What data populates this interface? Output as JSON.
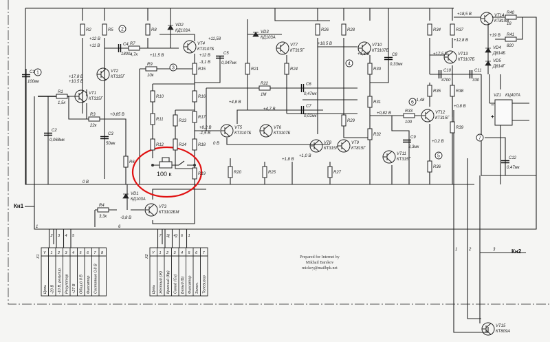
{
  "title": "Circuit schematic",
  "annotation": {
    "value": "100 к",
    "color": "#e01010"
  },
  "credit": [
    "Prepared for Internet by",
    "Mikhail Barskov",
    "mickey@mailbpk.net"
  ],
  "connectors": {
    "kn1": "Кн1",
    "kn2": "Кн2"
  },
  "transistors": [
    {
      "ref": "VT1",
      "type": "КТ315Г"
    },
    {
      "ref": "VT2",
      "type": "КТ315Г"
    },
    {
      "ref": "VT4",
      "type": "КТ3107Б"
    },
    {
      "ref": "VT5",
      "type": "КТ3107Б"
    },
    {
      "ref": "VT6",
      "type": "КТ3107Б"
    },
    {
      "ref": "VT7",
      "type": "КТ315Г"
    },
    {
      "ref": "VT8",
      "type": "КТ315Г"
    },
    {
      "ref": "VT9",
      "type": "КТ815Г"
    },
    {
      "ref": "VT10",
      "type": "КТ3107Б"
    },
    {
      "ref": "VT11",
      "type": "КТ315Г"
    },
    {
      "ref": "VT12",
      "type": "КТ315Г"
    },
    {
      "ref": "VT13",
      "type": "КТ3107Б"
    },
    {
      "ref": "VT14",
      "type": "КТ815В"
    },
    {
      "ref": "VT3",
      "type": "КТ3102БМ"
    },
    {
      "ref": "VT15",
      "type": "КТ809А"
    }
  ],
  "diodes": [
    {
      "ref": "VD2",
      "type": "КД103А"
    },
    {
      "ref": "VD3",
      "type": "КД103А"
    },
    {
      "ref": "VD4",
      "type": "Д814Б"
    },
    {
      "ref": "VD5",
      "type": "Д814Г"
    },
    {
      "ref": "VD1",
      "type": "КД103А"
    }
  ],
  "bridge": {
    "ref": "VZ1",
    "type": "КЦ407А"
  },
  "resistors": [
    {
      "ref": "R2",
      "value": ""
    },
    {
      "ref": "R5",
      "value": ""
    },
    {
      "ref": "R8",
      "value": ""
    },
    {
      "ref": "R7",
      "value": "4,7к"
    },
    {
      "ref": "R9",
      "value": "10к"
    },
    {
      "ref": "R1",
      "value": "1,5к"
    },
    {
      "ref": "R3",
      "value": "22к"
    },
    {
      "ref": "R15",
      "value": ""
    },
    {
      "ref": "R16",
      "value": ""
    },
    {
      "ref": "R17",
      "value": ""
    },
    {
      "ref": "R18",
      "value": ""
    },
    {
      "ref": "R19",
      "value": ""
    },
    {
      "ref": "R10",
      "value": ""
    },
    {
      "ref": "R11",
      "value": ""
    },
    {
      "ref": "R12",
      "value": ""
    },
    {
      "ref": "R13",
      "value": ""
    },
    {
      "ref": "R14",
      "value": ""
    },
    {
      "ref": "R6",
      "value": ""
    },
    {
      "ref": "R20",
      "value": ""
    },
    {
      "ref": "R21",
      "value": ""
    },
    {
      "ref": "R22",
      "value": "1М"
    },
    {
      "ref": "R24",
      "value": ""
    },
    {
      "ref": "R25",
      "value": ""
    },
    {
      "ref": "R26",
      "value": ""
    },
    {
      "ref": "R28",
      "value": ""
    },
    {
      "ref": "R29",
      "value": ""
    },
    {
      "ref": "R30",
      "value": ""
    },
    {
      "ref": "R31",
      "value": ""
    },
    {
      "ref": "R32",
      "value": ""
    },
    {
      "ref": "R33",
      "value": "100"
    },
    {
      "ref": "R34",
      "value": ""
    },
    {
      "ref": "R37",
      "value": ""
    },
    {
      "ref": "R35",
      "value": ""
    },
    {
      "ref": "R38",
      "value": ""
    },
    {
      "ref": "R39",
      "value": ""
    },
    {
      "ref": "R36",
      "value": ""
    },
    {
      "ref": "R40",
      "value": "18"
    },
    {
      "ref": "R41",
      "value": "820"
    },
    {
      "ref": "R4",
      "value": "3,3к"
    },
    {
      "ref": "R27",
      "value": ""
    }
  ],
  "capacitors": [
    {
      "ref": "C1",
      "value": "100мк"
    },
    {
      "ref": "C2",
      "value": "0,068мк"
    },
    {
      "ref": "C3",
      "value": "50мк"
    },
    {
      "ref": "C4",
      "value": "1800"
    },
    {
      "ref": "C5",
      "value": "0,047мк"
    },
    {
      "ref": "C6",
      "value": "0,47мк"
    },
    {
      "ref": "C7",
      "value": "0,01мк"
    },
    {
      "ref": "C8",
      "value": "0,33мк"
    },
    {
      "ref": "C9",
      "value": "3,3мк"
    },
    {
      "ref": "C10",
      "value": "4700"
    },
    {
      "ref": "C11",
      "value": "330"
    },
    {
      "ref": "C12",
      "value": "0,47мк"
    }
  ],
  "voltages": [
    "+10,5 В",
    "+17,8 В",
    "+12 В",
    "+11 В",
    "+11,5 В",
    "+11,58",
    "+12 В",
    "-3,1 В",
    "+0,85 В",
    "+4,8 В",
    "+8,2 В",
    "-1,5 В",
    "0 В",
    "+18,5 В",
    "+1,8 В",
    "+1,8 В",
    "+1,0 В",
    "+4,7 В",
    "+18,5 В",
    "+19 В",
    "+12,8 В",
    "+17,5 В",
    "+1,48",
    "+0,82 В",
    "+0,8 В",
    "+0,2 В",
    "-0,8 В",
    "0 В"
  ],
  "nodes": [
    "1",
    "2",
    "3",
    "4",
    "5",
    "6",
    "7"
  ],
  "x1": {
    "ref": "X1",
    "header": [
      "Y",
      "1",
      "2",
      "3",
      "4",
      "5",
      "6",
      "7",
      "8"
    ],
    "pins_top": [
      "2",
      "3",
      "4",
      "5"
    ],
    "labels": [
      "Цепь",
      "-20 В",
      "-10 В, регулир.",
      "Регулятор",
      "+27 В",
      "Общий 0 В",
      "Фиксатор",
      "Состояние 0,8 В"
    ]
  },
  "x2": {
    "ref": "X2",
    "header": [
      "Y",
      "1",
      "2",
      "3",
      "4",
      "5",
      "6",
      "7"
    ],
    "pins_top": [
      "7",
      "3",
      "4",
      "6",
      "1"
    ],
    "labels": [
      "Цепь",
      "Желтый (Ж)",
      "Красный (Кр)",
      "Синий (Си)",
      "Белый (Б)",
      "Фиксатор",
      "Зелен.",
      "Телевизор"
    ]
  },
  "bus_pins": [
    "1",
    "6",
    "1",
    "2",
    "3",
    "1",
    "2"
  ]
}
